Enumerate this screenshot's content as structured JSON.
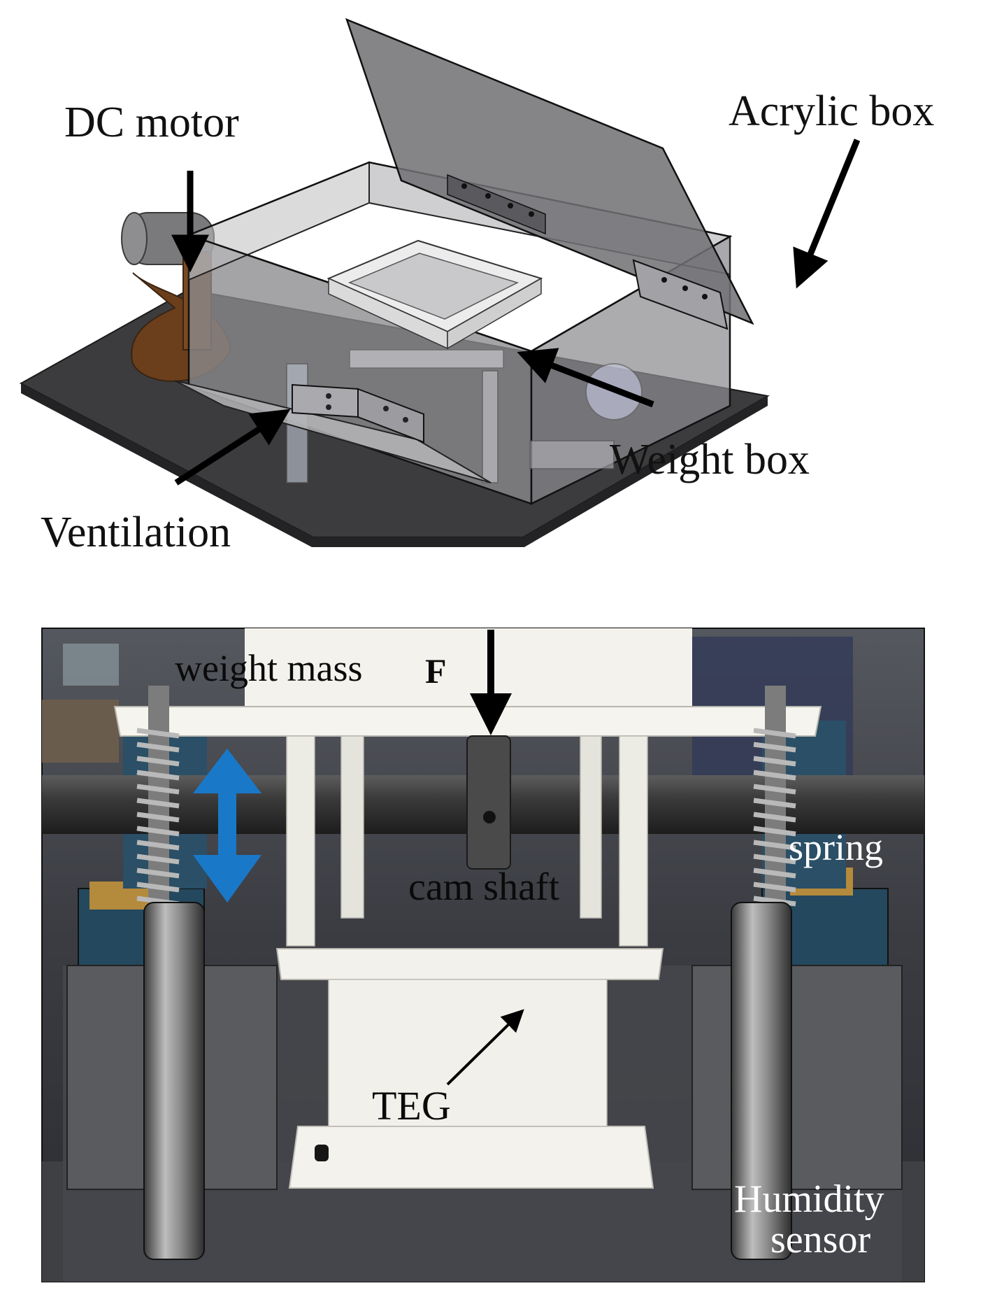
{
  "cad_labels": {
    "dc_motor": "DC motor",
    "acrylic_box": "Acrylic box",
    "weight_box": "Weight box",
    "ventilation": "Ventilation"
  },
  "photo_labels": {
    "weight_mass": "weight mass",
    "force": "F",
    "spring": "spring",
    "cam_shaft": "cam shaft",
    "teg": "TEG",
    "humidity_line1": "Humidity",
    "humidity_line2": "sensor"
  },
  "colors": {
    "acrylic": "#7d7d80",
    "base_plate": "#3c3c3e",
    "motor_bronze": "#6b3f1c",
    "photo_background": "#3a3c42",
    "white_plastic": "#f1f0ea",
    "double_arrow": "#1a78c8"
  },
  "icons": {
    "motion_indicator": "double-arrow-vertical-icon",
    "force_indicator": "arrow-down-icon"
  }
}
